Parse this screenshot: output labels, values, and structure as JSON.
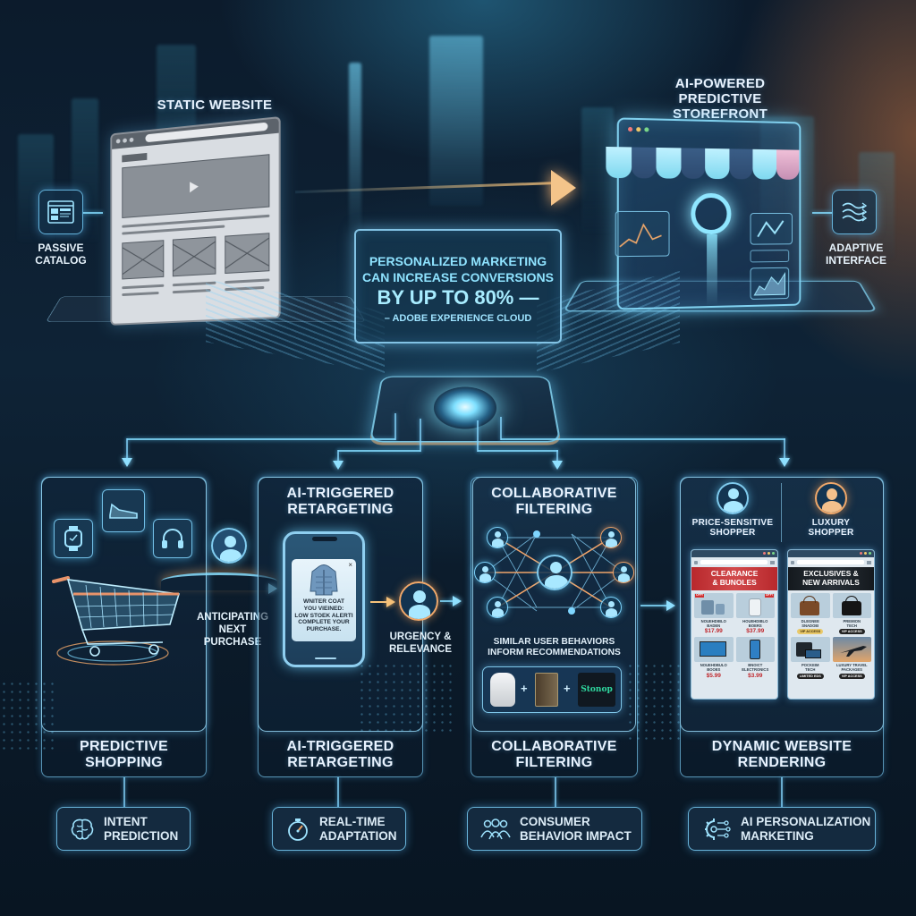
{
  "top": {
    "static_title": "STATIC WEBSITE",
    "static_side_label": [
      "PASSIVE",
      "CATALOG"
    ],
    "ai_title": [
      "AI-POWERED",
      "PREDICTIVE",
      "STOREFRONT"
    ],
    "ai_side_label": [
      "ADAPTIVE",
      "INTERFACE"
    ],
    "quote": {
      "line1": "PERSONALIZED MARKETING",
      "line2": "CAN INCREASE CONVERSIONS",
      "line3": "BY UP TO 80% —",
      "source": "– ADOBE EXPERIENCE CLOUD"
    }
  },
  "panels": [
    {
      "bottom_title": [
        "PREDICTIVE",
        "SHOPPING"
      ],
      "flow_label": [
        "ANTICIPATING",
        "NEXT",
        "PURCHASE"
      ],
      "products": [
        "smartwatch-icon",
        "sneaker-icon",
        "headphones-icon"
      ]
    },
    {
      "top_title": [
        "AI-TRIGGERED",
        "RETARGETING"
      ],
      "bottom_title": [
        "AI-TRIGGERED",
        "RETARGETING"
      ],
      "phone_popup": {
        "close": "×",
        "message": [
          "WNITER COAT",
          "YOU VIEINED:",
          "LOW STOEK ALERTI",
          "COMPLETE YOUR",
          "PURCHASE."
        ]
      },
      "flow_label": [
        "URGENCY &",
        "RELEVANCE"
      ]
    },
    {
      "top_title": [
        "COLLABORATIVE",
        "FILTERING"
      ],
      "bottom_title": [
        "COLLABORATIVE",
        "FILTERING"
      ],
      "caption": [
        "SIMILAR USER BEHAVIORS",
        "INFORM RECOMMENDATIONS"
      ],
      "recommendation_items": [
        "smart-speaker",
        "book",
        "streaming-app"
      ],
      "streaming_logo_text": "Stonop",
      "plus": "+"
    },
    {
      "bottom_title": [
        "DYNAMIC WEBSITE",
        "RENDERING"
      ],
      "segments": [
        {
          "label": [
            "PRICE-SENSITIVE",
            "SHOPPER"
          ],
          "banner": [
            "CLEARANCE",
            "& BUNOLES"
          ],
          "banner_color": "#c9383c",
          "products": [
            {
              "name": [
                "NOUEHDIBLO",
                "BADEN"
              ],
              "price": "$17.99",
              "badge": "OFF!"
            },
            {
              "name": [
                "HOUEHDIBLO",
                "BOERS"
              ],
              "price": "$37.99",
              "badge": "OFF!"
            },
            {
              "name": [
                "NOUEHDBULO",
                "BOOES"
              ],
              "price": "$5.99"
            },
            {
              "name": [
                "BNOICT",
                "ELECTRONICS"
              ],
              "price": "$3.99"
            }
          ]
        },
        {
          "label": [
            "LUXURY",
            "SHOPPER"
          ],
          "banner": [
            "EXCLUSIVES &",
            "NEW ARRIVALS"
          ],
          "banner_color": "#1d2329",
          "products": [
            {
              "name": [
                "DLEGNEE",
                "SNADOEI"
              ],
              "tag": "VIP ACCESS"
            },
            {
              "name": [
                "PREMION",
                "TECH"
              ],
              "tag": "VIP ACCESS"
            },
            {
              "name": [
                "POCKEIM",
                "TECH"
              ],
              "tag": "LIMITED EDS"
            },
            {
              "name": [
                "LUXURY TRAVEL",
                "PACKAGES"
              ],
              "tag": "VIP ACCESS"
            }
          ]
        }
      ]
    }
  ],
  "badges": [
    {
      "icon": "brain-icon",
      "label": [
        "INTENT",
        "PREDICTION"
      ]
    },
    {
      "icon": "stopwatch-icon",
      "label": [
        "REAL-TIME",
        "ADAPTATION"
      ]
    },
    {
      "icon": "people-icon",
      "label": [
        "CONSUMER",
        "BEHAVIOR IMPACT"
      ]
    },
    {
      "icon": "gear-circuit-icon",
      "label": [
        "AI PERSONALIZATION",
        "MARKETING"
      ]
    }
  ],
  "colors": {
    "accent_cyan": "#8fe0ff",
    "accent_orange": "#f0a86a",
    "background": "#0e2336",
    "sale_red": "#c0282d"
  }
}
